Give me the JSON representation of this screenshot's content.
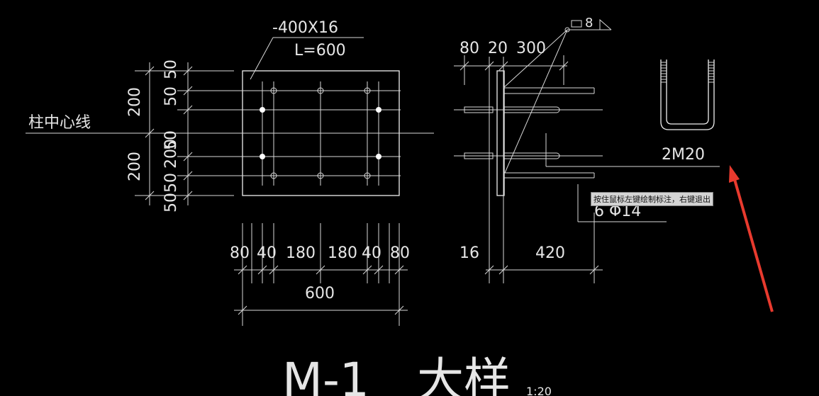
{
  "plate": {
    "label1": "-400X16",
    "label2": "L=600"
  },
  "column_line": "柱中心线",
  "vertical_dims": [
    "50",
    "50",
    "200",
    "50",
    "200",
    "200",
    "50",
    "50"
  ],
  "bottom_dims": [
    "80",
    "40",
    "180",
    "180",
    "40",
    "80"
  ],
  "bottom_total": "600",
  "side_top_dims": [
    "80",
    "20",
    "300"
  ],
  "weld_symbol": "8",
  "bolt_label": "2M20",
  "rebar_label": "6 Φ14",
  "side_bottom_dims": [
    "16",
    "420"
  ],
  "title": "M-1",
  "title_cn": "大样",
  "scale": "1:20",
  "tooltip": "按住鼠标左键绘制标注，右键退出",
  "colors": {
    "background": "#000000",
    "lines": "#d8d8d8",
    "arrow": "#e83a2e"
  }
}
